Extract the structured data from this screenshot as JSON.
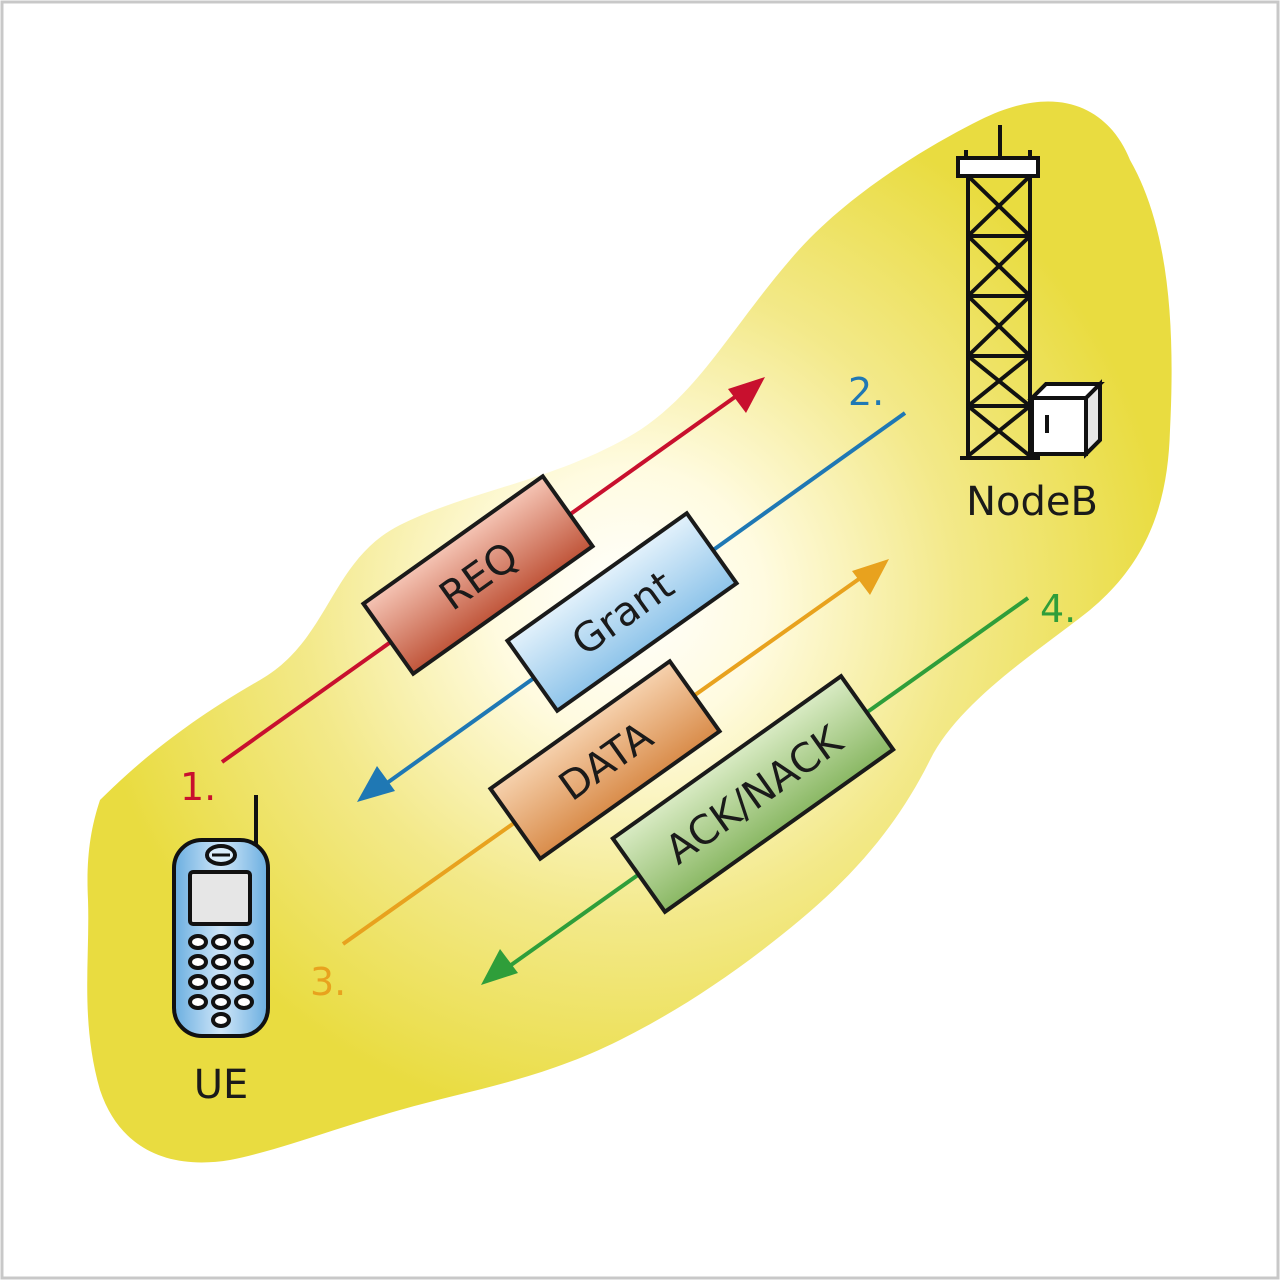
{
  "nodes": {
    "ue_label": "UE",
    "nodeb_label": "NodeB"
  },
  "messages": [
    {
      "step": "1.",
      "label": "REQ",
      "color": "#c8102e",
      "box_fill": "#c8644a"
    },
    {
      "step": "2.",
      "label": "Grant",
      "color": "#1f78b4",
      "box_fill": "#9ccbec"
    },
    {
      "step": "3.",
      "label": "DATA",
      "color": "#e8a21e",
      "box_fill": "#df9858"
    },
    {
      "step": "4.",
      "label": "ACK/NACK",
      "color": "#2f9e3a",
      "box_fill": "#9cc47a"
    }
  ],
  "colors": {
    "blob": "#ece04a",
    "border": "#c8c8c8"
  }
}
